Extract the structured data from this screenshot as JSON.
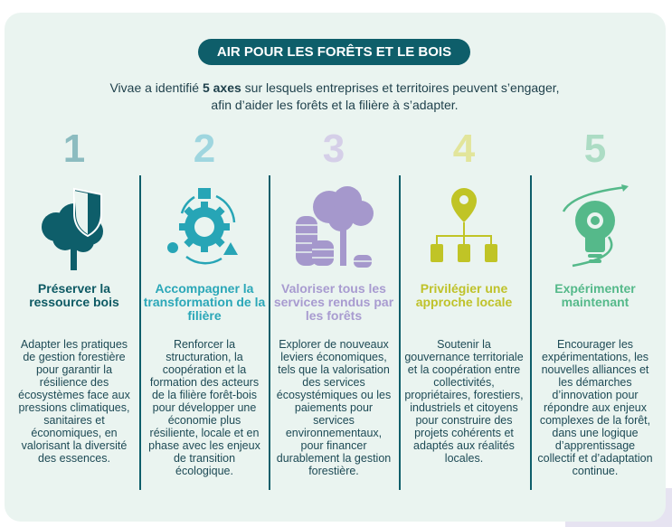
{
  "title": "AIR POUR LES FORÊTS ET LE BOIS",
  "intro": {
    "before": "Vivae a identifié ",
    "bold": "5 axes",
    "after": " sur lesquels entreprises et territoires peuvent s’engager,",
    "line2": "afin d’aider les forêts et la filière à s’adapter."
  },
  "axes": [
    {
      "number": "1",
      "title": "Préserver la ressource bois",
      "text": "Adapter les pratiques de gestion forestière pour garantir la résilience des écosystèmes face aux pressions climatiques, sanitaires et économiques, en valorisant la diversité des essences.",
      "color": "#0e5a64",
      "num_color": "#8cbcc0",
      "icon": "tree-shield-icon"
    },
    {
      "number": "2",
      "title": "Accompagner la transformation de la filière",
      "text": "Renforcer la structuration, la coopération et la formation des acteurs de la filière forêt-bois pour développer une économie plus résiliente, locale et en phase avec les enjeux de transition écologique.",
      "color": "#2ba7b8",
      "num_color": "#9fd6df",
      "icon": "gear-cycle-icon"
    },
    {
      "number": "3",
      "title": "Valoriser tous les services rendus par les forêts",
      "text": "Explorer de nouveaux leviers économiques, tels que la valorisation des services écosystémiques ou les paiements pour services environnementaux, pour financer durablement la gestion forestière.",
      "color": "#a89bd0",
      "num_color": "#d5cfe8",
      "icon": "tree-coins-icon"
    },
    {
      "number": "4",
      "title": "Privilégier une approche locale",
      "text": "Soutenir la gouvernance territoriale et la coopération entre collectivités, propriétaires, forestiers, industriels et citoyens pour construire des projets cohérents et adaptés aux réalités locales.",
      "color": "#bfc22a",
      "num_color": "#e2e59b",
      "icon": "location-network-icon"
    },
    {
      "number": "5",
      "title": "Expérimenter maintenant",
      "text": "Encourager les expérimentations, les nouvelles alliances et les démarches d’innovation pour répondre aux enjeux complexes de la forêt, dans une logique d’apprentissage collectif et d’adaptation continue.",
      "color": "#55b98a",
      "num_color": "#acdcc4",
      "icon": "lightbulb-gear-icon"
    }
  ]
}
